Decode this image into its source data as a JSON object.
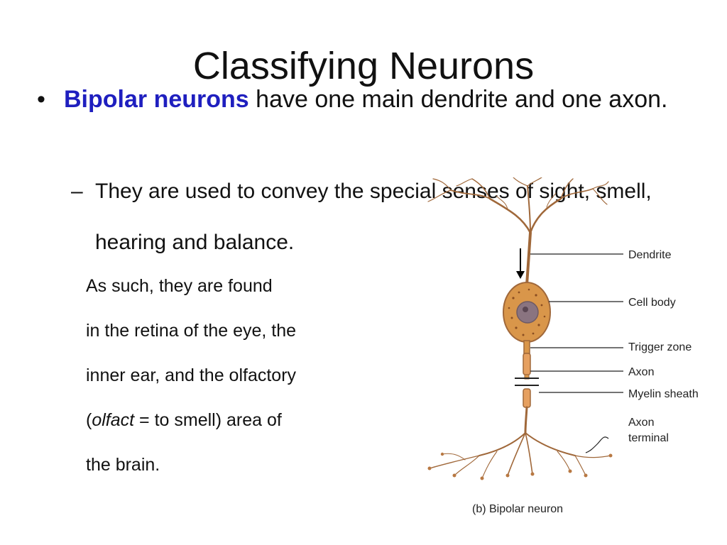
{
  "slide": {
    "title": "Classifying Neurons",
    "bullet": {
      "highlight": "Bipolar neurons",
      "rest": "have one main dendrite and one axon."
    },
    "sub_bullet": "They are used to convey the special senses of sight, smell, hearing and balance.",
    "paragraph": {
      "line1": "As such, they are found",
      "line2": "in the retina of the eye, the",
      "line3": "inner ear, and the olfactory",
      "line4_open": "(",
      "line4_italic": "olfact",
      "line4_rest": " = to smell) area of",
      "line5": "the brain."
    }
  },
  "figure": {
    "labels": {
      "dendrite": "Dendrite",
      "cell_body": "Cell body",
      "trigger_zone": "Trigger zone",
      "axon": "Axon",
      "myelin_sheath": "Myelin sheath",
      "axon_terminal_1": "Axon",
      "axon_terminal_2": "terminal"
    },
    "caption": "(b) Bipolar neuron",
    "colors": {
      "neuron": "#a0683a",
      "soma": "#d9964a",
      "nucleus": "#8a7480"
    }
  }
}
